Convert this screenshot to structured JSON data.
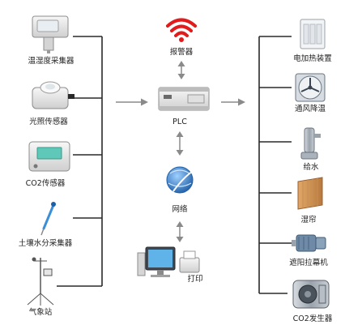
{
  "labels": {
    "humidity_sensor": "温湿度采集器",
    "light_sensor": "光照传感器",
    "co2_sensor": "CO2传感器",
    "soil_sensor": "土壤水分采集器",
    "weather_station": "气象站",
    "alarm": "报警器",
    "plc": "PLC",
    "network": "网络",
    "print": "打印",
    "heater": "电加热装置",
    "fan": "通风降温",
    "water": "给水",
    "curtain": "湿帘",
    "shade": "遮阳拉幕机",
    "co2_generator": "CO2发生器"
  },
  "colors": {
    "line": "#2a2a2a",
    "arrow": "#8a8a8a",
    "alarm_red": "#e21c1c",
    "globe_blue": "#2b78c6"
  }
}
